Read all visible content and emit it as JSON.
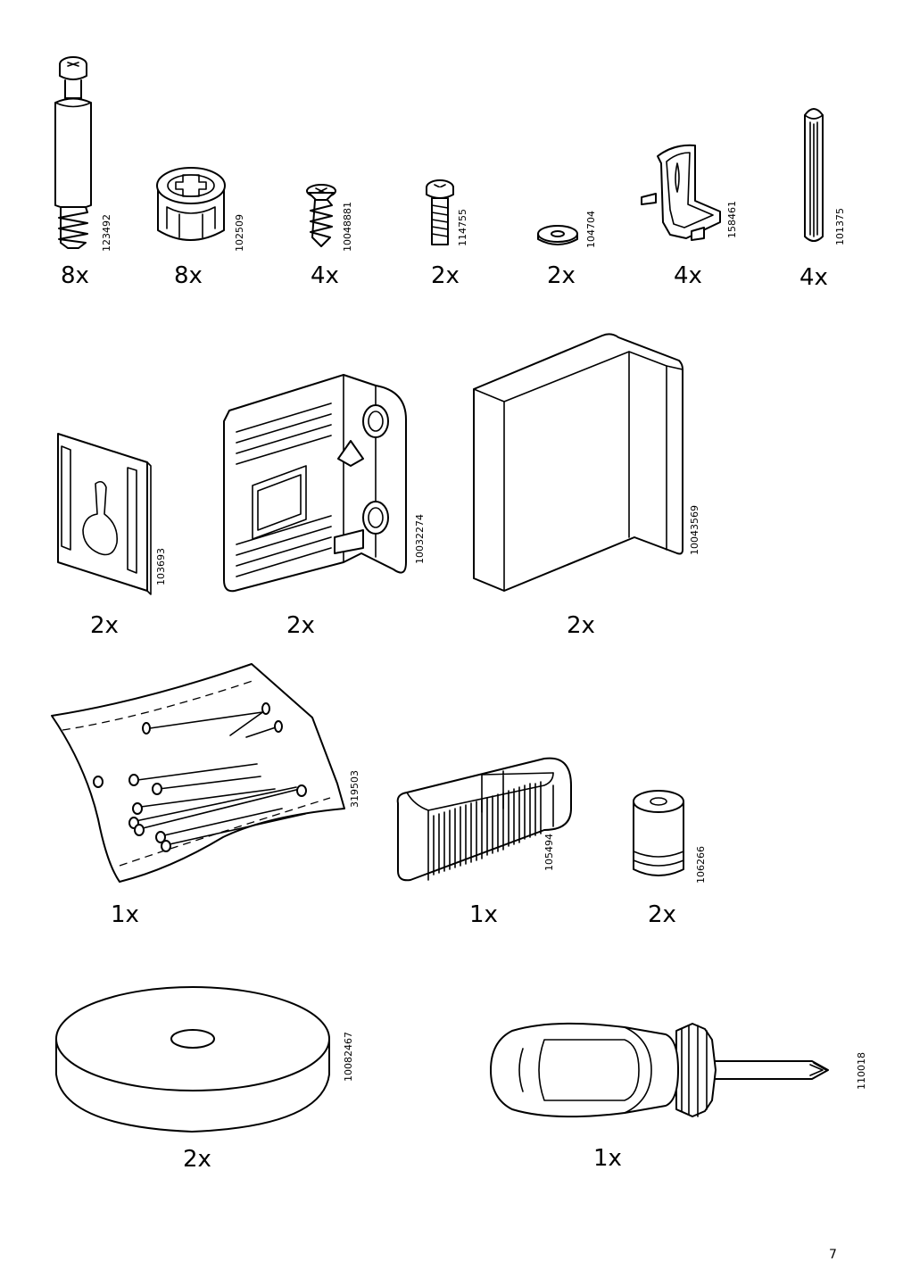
{
  "page_number": "7",
  "parts": [
    {
      "id": "cam-bolt",
      "code": "123492",
      "qty": "8x",
      "icon": "cam-bolt-icon"
    },
    {
      "id": "cam-lock",
      "code": "102509",
      "qty": "8x",
      "icon": "cam-lock-icon"
    },
    {
      "id": "wood-screw",
      "code": "10048881",
      "qty": "4x",
      "icon": "wood-screw-icon"
    },
    {
      "id": "machine-screw",
      "code": "114755",
      "qty": "2x",
      "icon": "machine-screw-icon"
    },
    {
      "id": "washer",
      "code": "104704",
      "qty": "2x",
      "icon": "washer-icon"
    },
    {
      "id": "shelf-support",
      "code": "158461",
      "qty": "4x",
      "icon": "shelf-support-icon"
    },
    {
      "id": "dowel",
      "code": "101375",
      "qty": "4x",
      "icon": "dowel-icon"
    },
    {
      "id": "keyhole-plate",
      "code": "103693",
      "qty": "2x",
      "icon": "keyhole-plate-icon"
    },
    {
      "id": "bracket",
      "code": "10032274",
      "qty": "2x",
      "icon": "bracket-icon"
    },
    {
      "id": "corner-block",
      "code": "10043569",
      "qty": "2x",
      "icon": "corner-block-icon"
    },
    {
      "id": "nail-bag",
      "code": "319503",
      "qty": "1x",
      "icon": "nail-bag-icon"
    },
    {
      "id": "wedge",
      "code": "105494",
      "qty": "1x",
      "icon": "wedge-icon"
    },
    {
      "id": "spacer",
      "code": "106266",
      "qty": "2x",
      "icon": "spacer-icon"
    },
    {
      "id": "disc-foot",
      "code": "10082467",
      "qty": "2x",
      "icon": "disc-foot-icon"
    },
    {
      "id": "screwdriver",
      "code": "110018",
      "qty": "1x",
      "icon": "screwdriver-icon"
    }
  ]
}
